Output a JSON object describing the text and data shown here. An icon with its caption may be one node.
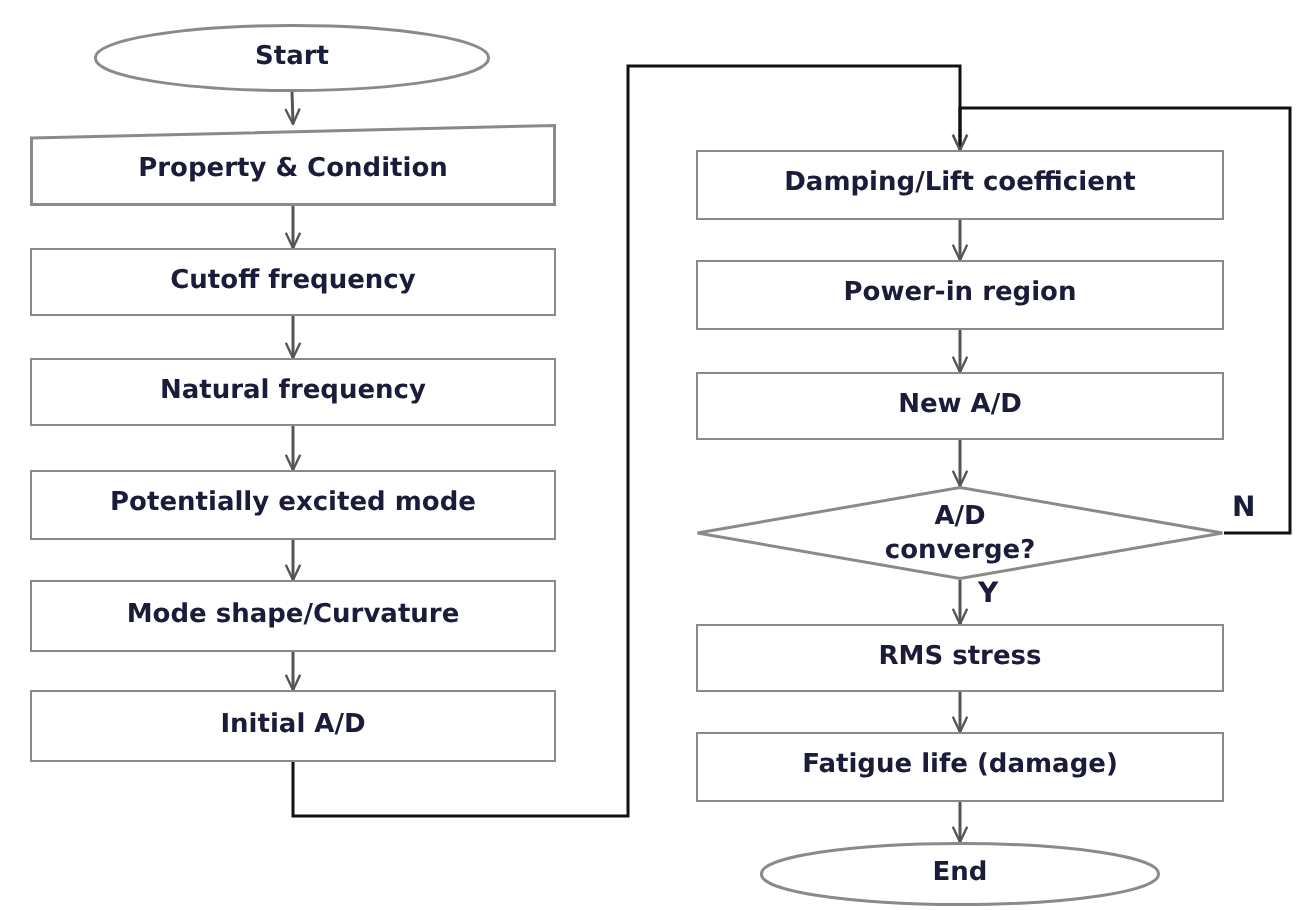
{
  "diagram": {
    "nodes": [
      {
        "text": [
          "Start"
        ]
      },
      {
        "text": [
          "Property & Condition"
        ]
      },
      {
        "text": [
          "Cutoff frequency"
        ]
      },
      {
        "text": [
          "Natural frequency"
        ]
      },
      {
        "text": [
          "Potentially excited mode"
        ]
      },
      {
        "text": [
          "Mode shape/Curvature"
        ]
      },
      {
        "text": [
          "Initial A/D"
        ]
      },
      {
        "text": [
          "Damping/Lift coefficient"
        ]
      },
      {
        "text": [
          "Power-in region"
        ]
      },
      {
        "text": [
          "New A/D"
        ]
      },
      {
        "text": [
          "A/D converge?"
        ]
      },
      {
        "text": [
          "RMS stress"
        ]
      },
      {
        "text": [
          "Fatigue life (damage)"
        ]
      },
      {
        "text": [
          "End"
        ]
      }
    ],
    "edges": [
      {
        "from": 0,
        "to": 1,
        "arrow": "to"
      },
      {
        "from": 1,
        "to": 2,
        "arrow": "to"
      },
      {
        "from": 2,
        "to": 3,
        "arrow": "to"
      },
      {
        "from": 3,
        "to": 4,
        "arrow": "to"
      },
      {
        "from": 4,
        "to": 5,
        "arrow": "to"
      },
      {
        "from": 5,
        "to": 6,
        "arrow": "to"
      },
      {
        "from": 6,
        "to": 7,
        "arrow": "to"
      },
      {
        "from": 7,
        "to": 8,
        "arrow": "to"
      },
      {
        "from": 8,
        "to": 9,
        "arrow": "to"
      },
      {
        "from": 9,
        "to": 10,
        "arrow": "to"
      },
      {
        "from": 10,
        "to": 11,
        "label": "Y",
        "arrow": "to"
      },
      {
        "from": 11,
        "to": 12,
        "arrow": "to"
      },
      {
        "from": 12,
        "to": 13,
        "arrow": "to"
      },
      {
        "from": 10,
        "to": 7,
        "label": "N",
        "arrow": "to"
      }
    ]
  }
}
